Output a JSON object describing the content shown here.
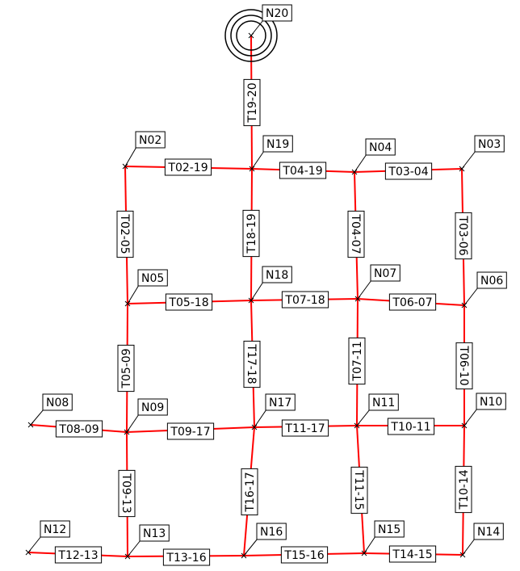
{
  "nodes": [
    {
      "id": "N02",
      "label": "N02"
    },
    {
      "id": "N03",
      "label": "N03"
    },
    {
      "id": "N04",
      "label": "N04"
    },
    {
      "id": "N05",
      "label": "N05"
    },
    {
      "id": "N06",
      "label": "N06"
    },
    {
      "id": "N07",
      "label": "N07"
    },
    {
      "id": "N08",
      "label": "N08"
    },
    {
      "id": "N09",
      "label": "N09"
    },
    {
      "id": "N10",
      "label": "N10"
    },
    {
      "id": "N11",
      "label": "N11"
    },
    {
      "id": "N12",
      "label": "N12"
    },
    {
      "id": "N13",
      "label": "N13"
    },
    {
      "id": "N14",
      "label": "N14"
    },
    {
      "id": "N15",
      "label": "N15"
    },
    {
      "id": "N16",
      "label": "N16"
    },
    {
      "id": "N17",
      "label": "N17"
    },
    {
      "id": "N18",
      "label": "N18"
    },
    {
      "id": "N19",
      "label": "N19"
    },
    {
      "id": "N20",
      "label": "N20"
    }
  ],
  "pipes": [
    {
      "id": "T19-20",
      "label": "T19-20",
      "from": "N19",
      "to": "N20"
    },
    {
      "id": "T02-19",
      "label": "T02-19",
      "from": "N02",
      "to": "N19"
    },
    {
      "id": "T04-19",
      "label": "T04-19",
      "from": "N19",
      "to": "N04"
    },
    {
      "id": "T03-04",
      "label": "T03-04",
      "from": "N04",
      "to": "N03"
    },
    {
      "id": "T02-05",
      "label": "T02-05",
      "from": "N02",
      "to": "N05"
    },
    {
      "id": "T18-19",
      "label": "T18-19",
      "from": "N19",
      "to": "N18"
    },
    {
      "id": "T04-07",
      "label": "T04-07",
      "from": "N04",
      "to": "N07"
    },
    {
      "id": "T03-06",
      "label": "T03-06",
      "from": "N03",
      "to": "N06"
    },
    {
      "id": "T05-18",
      "label": "T05-18",
      "from": "N05",
      "to": "N18"
    },
    {
      "id": "T07-18",
      "label": "T07-18",
      "from": "N18",
      "to": "N07"
    },
    {
      "id": "T06-07",
      "label": "T06-07",
      "from": "N07",
      "to": "N06"
    },
    {
      "id": "T05-09",
      "label": "T05-09",
      "from": "N05",
      "to": "N09"
    },
    {
      "id": "T17-18",
      "label": "T17-18",
      "from": "N18",
      "to": "N17"
    },
    {
      "id": "T07-11",
      "label": "T07-11",
      "from": "N07",
      "to": "N11"
    },
    {
      "id": "T06-10",
      "label": "T06-10",
      "from": "N06",
      "to": "N10"
    },
    {
      "id": "T08-09",
      "label": "T08-09",
      "from": "N08",
      "to": "N09"
    },
    {
      "id": "T09-17",
      "label": "T09-17",
      "from": "N09",
      "to": "N17"
    },
    {
      "id": "T11-17",
      "label": "T11-17",
      "from": "N17",
      "to": "N11"
    },
    {
      "id": "T10-11",
      "label": "T10-11",
      "from": "N11",
      "to": "N10"
    },
    {
      "id": "T09-13",
      "label": "T09-13",
      "from": "N09",
      "to": "N13"
    },
    {
      "id": "T16-17",
      "label": "T16-17",
      "from": "N17",
      "to": "N16"
    },
    {
      "id": "T11-15",
      "label": "T11-15",
      "from": "N11",
      "to": "N15"
    },
    {
      "id": "T10-14",
      "label": "T10-14",
      "from": "N10",
      "to": "N14"
    },
    {
      "id": "T12-13",
      "label": "T12-13",
      "from": "N12",
      "to": "N13"
    },
    {
      "id": "T13-16",
      "label": "T13-16",
      "from": "N13",
      "to": "N16"
    },
    {
      "id": "T15-16",
      "label": "T15-16",
      "from": "N16",
      "to": "N15"
    },
    {
      "id": "T14-15",
      "label": "T14-15",
      "from": "N15",
      "to": "N14"
    }
  ],
  "colors": {
    "pipe": "#ff0000",
    "ink": "#000000",
    "background": "#ffffff"
  },
  "reservoir_node": "N20"
}
